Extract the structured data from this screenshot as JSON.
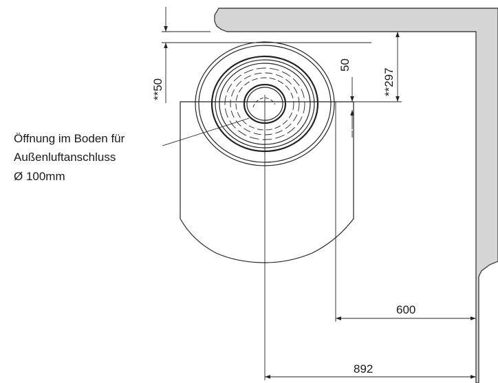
{
  "dimensions": {
    "top_offset": "**50",
    "vent_offset": "50",
    "depth": "**297",
    "side_distance": "600",
    "center_distance": "892"
  },
  "annotation": {
    "line1": "Öffnung im Boden für",
    "line2": "Außenluftanschluss",
    "line3": "Ø 100mm"
  },
  "icons": {
    "stove": "stove-top-view-icon",
    "wall": "corner-wall-icon",
    "vent": "air-inlet-opening-icon"
  },
  "colors": {
    "wall_fill": "#d6d6d6",
    "line": "#222222",
    "background": "#ffffff"
  }
}
